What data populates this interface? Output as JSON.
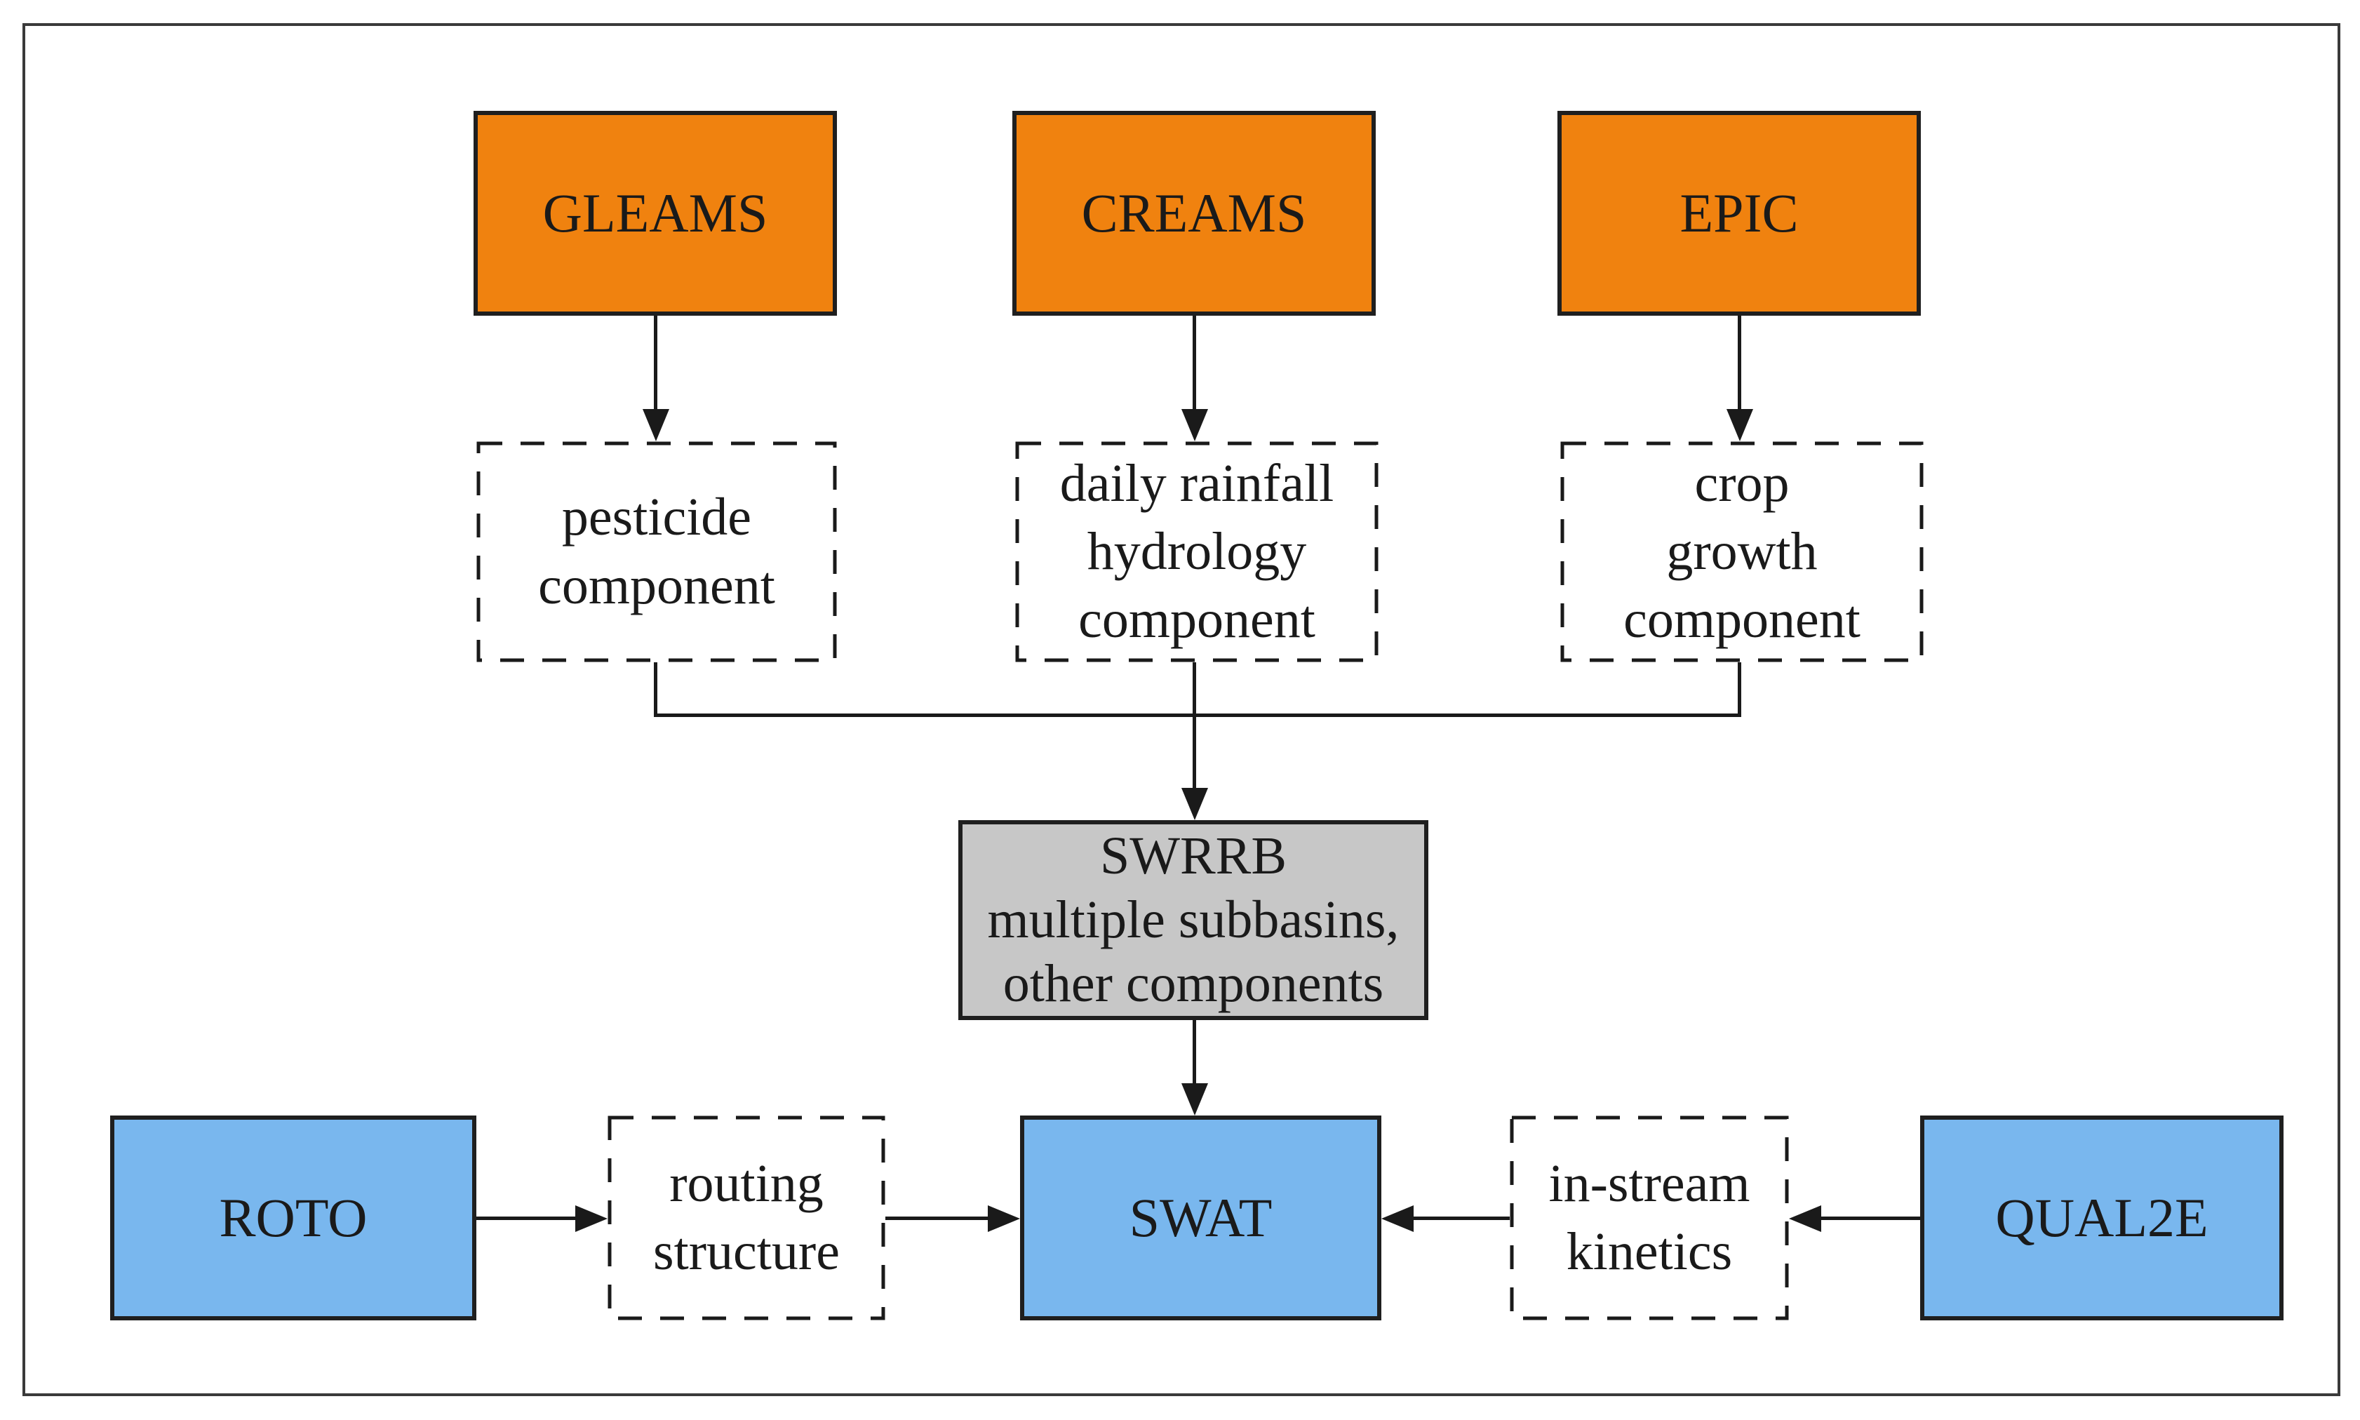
{
  "colors": {
    "orange": "#F0820F",
    "blue": "#79B7EE",
    "gray": "#C7C7C7",
    "line": "#1a1a1a"
  },
  "nodes": {
    "gleams": {
      "label": "GLEAMS"
    },
    "creams": {
      "label": "CREAMS"
    },
    "epic": {
      "label": "EPIC"
    },
    "pesticide": {
      "lines": [
        "pesticide",
        "component"
      ]
    },
    "rainfall": {
      "lines": [
        "daily rainfall",
        "hydrology",
        "component"
      ]
    },
    "crop": {
      "lines": [
        "crop",
        "growth",
        "component"
      ]
    },
    "swrrb": {
      "lines": [
        "SWRRB",
        "multiple subbasins,",
        "other components"
      ]
    },
    "roto": {
      "label": "ROTO"
    },
    "routing": {
      "lines": [
        "routing",
        "structure"
      ]
    },
    "swat": {
      "label": "SWAT"
    },
    "instream": {
      "lines": [
        "in-stream",
        "kinetics"
      ]
    },
    "qual2e": {
      "label": "QUAL2E"
    }
  }
}
